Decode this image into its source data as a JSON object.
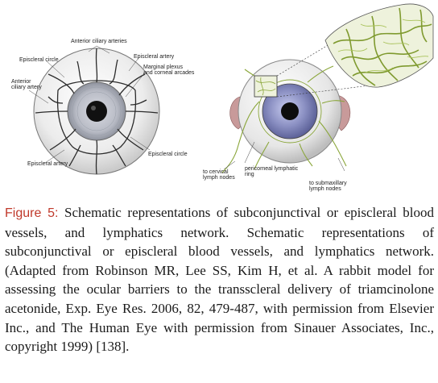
{
  "figure": {
    "left_labels": {
      "anterior_ciliary_arteries": "Anterior ciliary arteries",
      "episcleral_circle_top": "Episcleral circle",
      "episcleral_artery_top": "Episcleral artery",
      "marginal_plexus_1": "Marginal plexus",
      "marginal_plexus_2": "and corneal arcades",
      "anterior_ciliary_artery_1": "Anterior",
      "anterior_ciliary_artery_2": "ciliary artery",
      "episcleral_circle_bottom": "Episcleral circle",
      "episcleral_artery_bottom": "Episcleral artery"
    },
    "right_labels": {
      "cervical_1": "to cervical",
      "cervical_2": "lymph nodes",
      "pericorneal_1": "pericorneal lymphatic",
      "pericorneal_2": "ring",
      "submaxillary_1": "to submaxillary",
      "submaxillary_2": "lymph nodes"
    },
    "colors": {
      "vessel": "#2b2b2b",
      "lymphatic": "#8aa63a",
      "iris": "#8a8fc2",
      "caption_label": "#c0392b"
    }
  },
  "caption": {
    "label": "Figure 5:",
    "text": " Schematic representations of subconjunctival or episcleral blood vessels, and lymphatics network. Schematic representations of subconjunctival or episcleral blood vessels, and lymphatics network. (Adapted from Robinson MR, Lee SS, Kim H, et al. A rabbit model for assessing the ocular barriers to the transscleral delivery of triamcinolone acetonide, Exp. Eye Res. 2006, 82, 479-487, with permission from Elsevier Inc., and The Human Eye with permission from Sinauer Associates, Inc., copyright 1999) [138]."
  }
}
